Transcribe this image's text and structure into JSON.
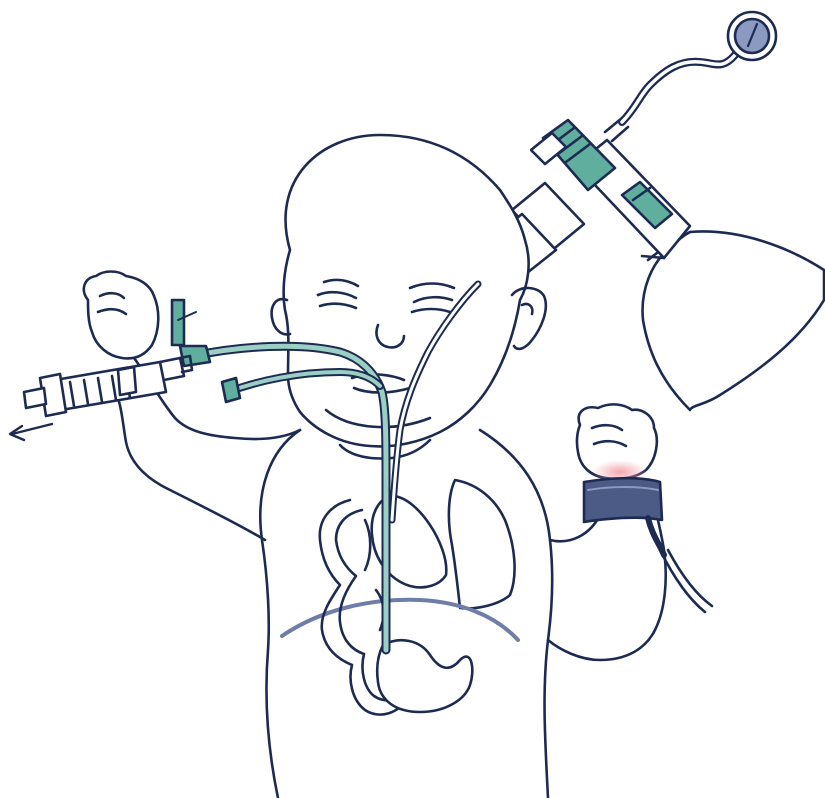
{
  "illustration": {
    "subject": "infant",
    "elements": [
      "infant-outline",
      "resuscitation-bag",
      "pressure-manometer",
      "face-mask-connector",
      "endotracheal-tube",
      "orogastric-tube",
      "syringe",
      "suction-direction-arrow",
      "lungs",
      "stomach",
      "intestines",
      "diaphragm",
      "pulse-oximeter-sensor"
    ]
  },
  "colors": {
    "outline": "#1d2b52",
    "tube_green": "#4a9a8c",
    "tube_green_light": "#9ccfc4",
    "device_teal": "#5fae9e",
    "diaphragm": "#6f7ea6",
    "sensor_band": "#4b5b86",
    "sensor_glow": "#f2a3ab",
    "gauge_face": "#8a9ac0",
    "background": "#ffffff"
  }
}
